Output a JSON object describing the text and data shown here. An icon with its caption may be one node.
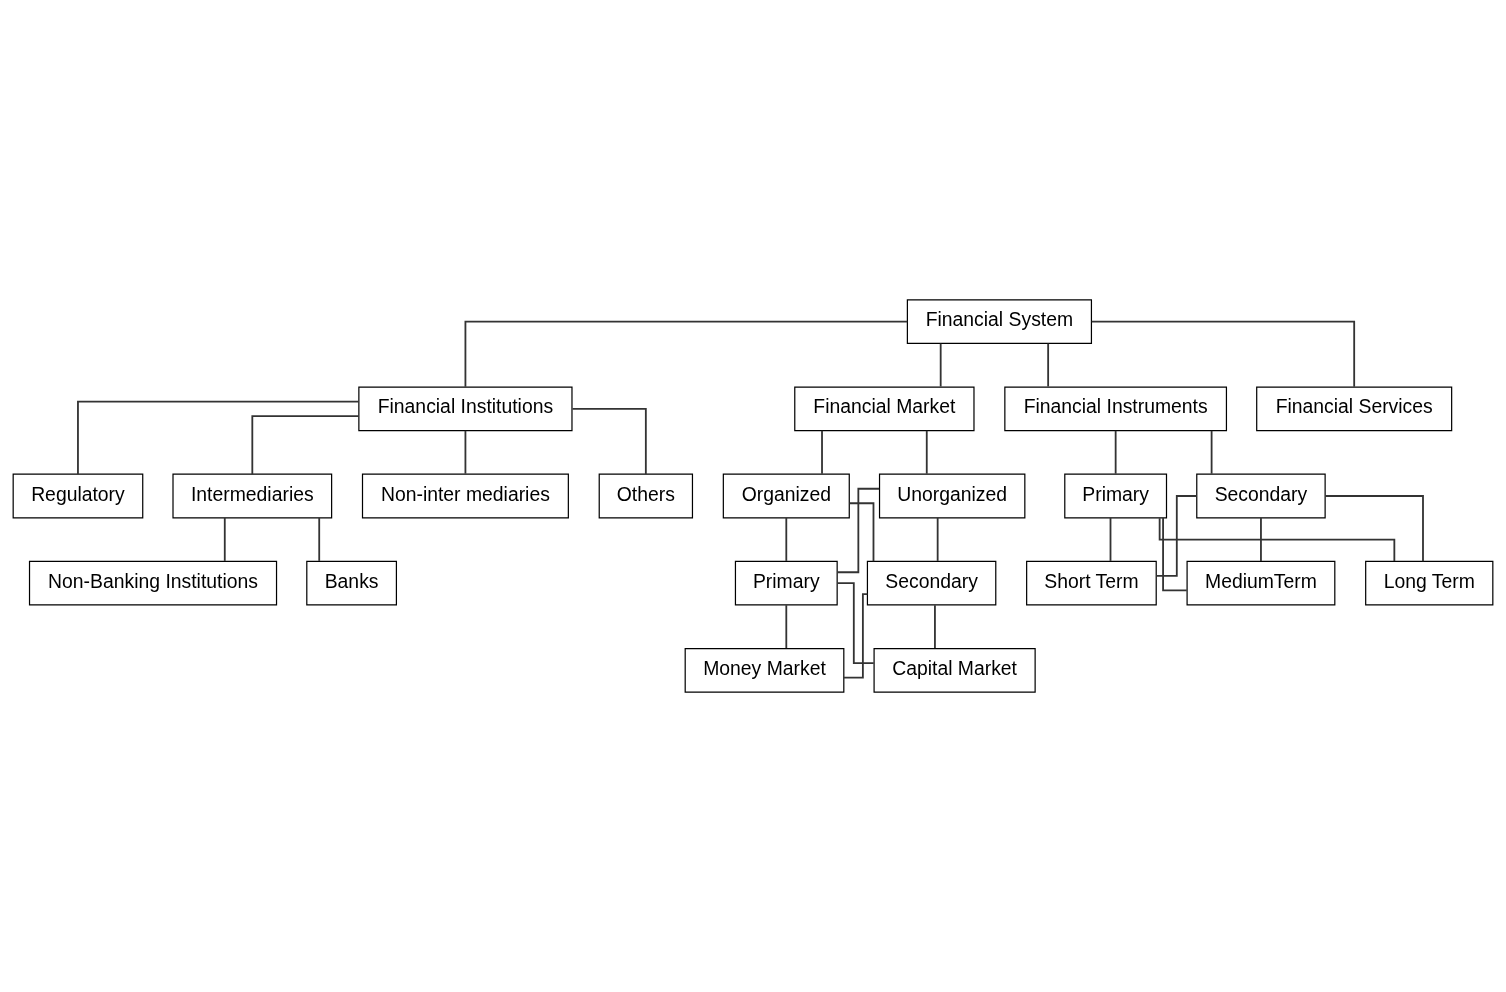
{
  "diagram": {
    "nodes": [
      {
        "text": [
          "Financial System"
        ]
      },
      {
        "text": [
          "Financial Institutions"
        ]
      },
      {
        "text": [
          "Financial Market"
        ]
      },
      {
        "text": [
          "Financial Instruments"
        ]
      },
      {
        "text": [
          "Financial Services"
        ]
      },
      {
        "text": [
          "Regulatory"
        ]
      },
      {
        "text": [
          "Intermediaries"
        ]
      },
      {
        "text": [
          "Non-inter mediaries"
        ]
      },
      {
        "text": [
          "Others"
        ]
      },
      {
        "text": [
          "Banks"
        ]
      },
      {
        "text": [
          "Non-Banking Institutions"
        ]
      },
      {
        "text": [
          "Organized"
        ]
      },
      {
        "text": [
          "Unorganized"
        ]
      },
      {
        "text": [
          "Primary"
        ]
      },
      {
        "text": [
          "Secondary"
        ]
      },
      {
        "text": [
          "Money Market"
        ]
      },
      {
        "text": [
          "Capital Market"
        ]
      },
      {
        "text": [
          "Primary"
        ]
      },
      {
        "text": [
          "Secondary"
        ]
      },
      {
        "text": [
          "Short Term"
        ]
      },
      {
        "text": [
          "MediumTerm"
        ]
      },
      {
        "text": [
          "Long Term"
        ]
      }
    ],
    "edges": [
      {
        "from": 0,
        "to": 1,
        "arrow": "none"
      },
      {
        "from": 0,
        "to": 2,
        "arrow": "none"
      },
      {
        "from": 0,
        "to": 3,
        "arrow": "none"
      },
      {
        "from": 0,
        "to": 4,
        "arrow": "none"
      },
      {
        "from": 1,
        "to": 5,
        "arrow": "none"
      },
      {
        "from": 1,
        "to": 6,
        "arrow": "none"
      },
      {
        "from": 1,
        "to": 7,
        "arrow": "none"
      },
      {
        "from": 1,
        "to": 8,
        "arrow": "none"
      },
      {
        "from": 6,
        "to": 9,
        "arrow": "none"
      },
      {
        "from": 6,
        "to": 10,
        "arrow": "none"
      },
      {
        "from": 2,
        "to": 11,
        "arrow": "none"
      },
      {
        "from": 2,
        "to": 12,
        "arrow": "none"
      },
      {
        "from": 11,
        "to": 13,
        "arrow": "none"
      },
      {
        "from": 11,
        "to": 14,
        "arrow": "none"
      },
      {
        "from": 12,
        "to": 13,
        "arrow": "none"
      },
      {
        "from": 12,
        "to": 14,
        "arrow": "none"
      },
      {
        "from": 13,
        "to": 15,
        "arrow": "none"
      },
      {
        "from": 13,
        "to": 16,
        "arrow": "none"
      },
      {
        "from": 14,
        "to": 15,
        "arrow": "none"
      },
      {
        "from": 14,
        "to": 16,
        "arrow": "none"
      },
      {
        "from": 3,
        "to": 17,
        "arrow": "none"
      },
      {
        "from": 3,
        "to": 18,
        "arrow": "none"
      },
      {
        "from": 17,
        "to": 19,
        "arrow": "none"
      },
      {
        "from": 17,
        "to": 20,
        "arrow": "none"
      },
      {
        "from": 17,
        "to": 21,
        "arrow": "none"
      },
      {
        "from": 18,
        "to": 19,
        "arrow": "none"
      },
      {
        "from": 18,
        "to": 20,
        "arrow": "none"
      },
      {
        "from": 18,
        "to": 21,
        "arrow": "none"
      }
    ]
  }
}
